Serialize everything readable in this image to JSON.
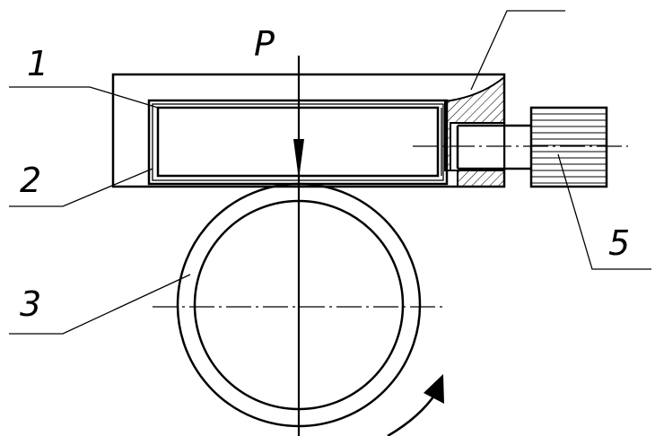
{
  "labels": {
    "force": "P",
    "part_1": "1",
    "part_2": "2",
    "part_3": "3",
    "part_5": "5"
  },
  "colors": {
    "ink": "#000000",
    "paper": "#ffffff"
  }
}
